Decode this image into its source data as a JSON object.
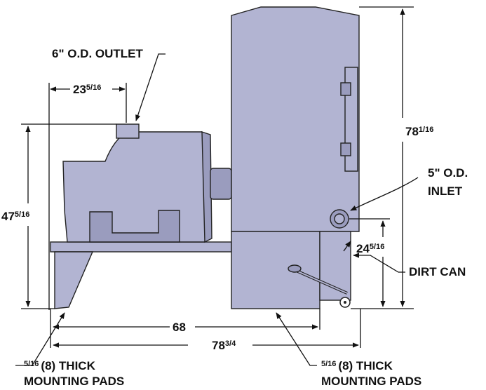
{
  "labels": {
    "outlet": "6\" O.D. OUTLET",
    "width_top_main": "23",
    "width_top_frac": "5/16",
    "height_left_main": "47",
    "height_left_frac": "5/16",
    "height_right_main": "78",
    "height_right_frac": "1/16",
    "inlet_line1": "5\" O.D.",
    "inlet_line2": "INLET",
    "inlet_height_main": "24",
    "inlet_height_frac": "5/16",
    "dirt_can": "DIRT CAN",
    "length_68": "68",
    "length_total_main": "78",
    "length_total_frac": "3/4",
    "pads_left_frac": "5/16",
    "pads_left_line1": "(8) THICK",
    "pads_left_line2": "MOUNTING PADS",
    "pads_right_frac": "5/16",
    "pads_right_line1": "(8) THICK",
    "pads_right_line2": "MOUNTING PADS"
  },
  "colors": {
    "equipment_fill": "#b2b4d2",
    "equipment_dark": "#9a9cbe",
    "line": "#111111"
  }
}
